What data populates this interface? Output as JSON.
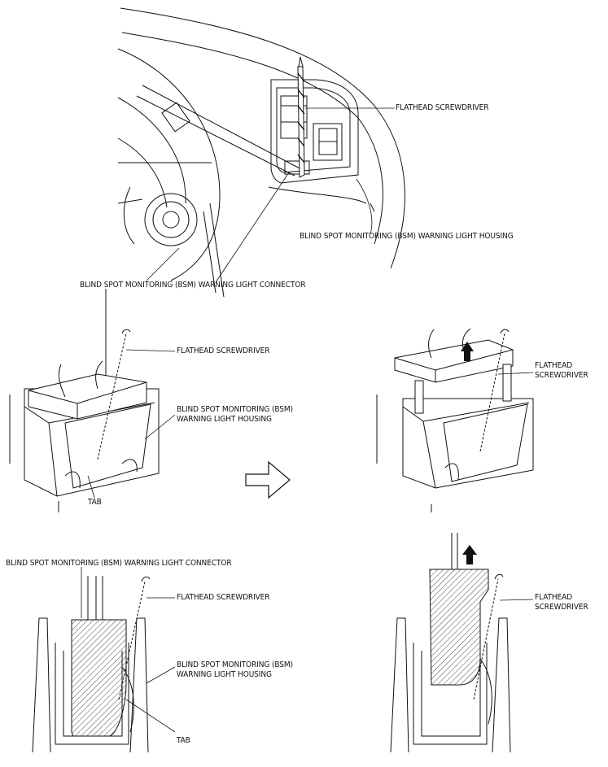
{
  "labels": {
    "top_screwdriver": "FLATHEAD SCREWDRIVER",
    "top_housing": "BLIND SPOT MONITORING (BSM) WARNING LIGHT HOUSING",
    "top_connector": "BLIND SPOT MONITORING (BSM) WARNING LIGHT CONNECTOR",
    "mid_left_screwdriver": "FLATHEAD SCREWDRIVER",
    "mid_left_housing_line1": "BLIND SPOT MONITORING (BSM)",
    "mid_left_housing_line2": "WARNING LIGHT HOUSING",
    "mid_left_tab": "TAB",
    "mid_right_screwdriver_line1": "FLATHEAD",
    "mid_right_screwdriver_line2": "SCREWDRIVER",
    "bottom_left_connector": "BLIND SPOT MONITORING (BSM) WARNING LIGHT CONNECTOR",
    "bottom_left_screwdriver": "FLATHEAD SCREWDRIVER",
    "bottom_left_housing_line1": "BLIND SPOT MONITORING (BSM)",
    "bottom_left_housing_line2": "WARNING LIGHT HOUSING",
    "bottom_left_tab": "TAB",
    "bottom_right_screwdriver_line1": "FLATHEAD",
    "bottom_right_screwdriver_line2": "SCREWDRIVER"
  },
  "icons": {
    "step_arrow": "right-arrow-outline-icon",
    "pull_arrow": "up-arrow-filled-icon"
  }
}
